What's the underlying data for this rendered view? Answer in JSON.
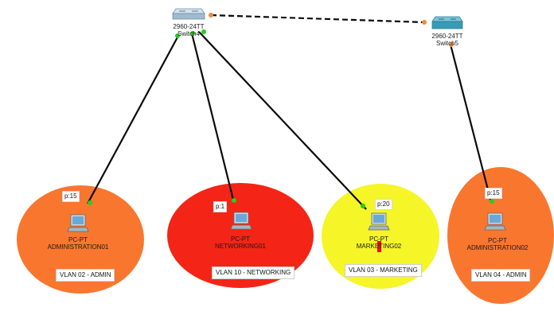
{
  "colors": {
    "admin_zone": "#f9762f",
    "networking_zone": "#f42516",
    "marketing_zone": "#f5f527",
    "link": "#0a0a0a",
    "port_up": "#22d01c",
    "port_down": "#f08a3a",
    "cut_marker": "#e81010"
  },
  "switches": [
    {
      "id": "switch4",
      "model": "2960-24TT",
      "name": "Switch4",
      "icon": "switch-icon"
    },
    {
      "id": "switch5",
      "model": "2960-24TT",
      "name": "Switch5",
      "icon": "switch-icon"
    }
  ],
  "pcs": [
    {
      "id": "admin01",
      "type": "PC-PT",
      "name": "ADMINISTRATION01",
      "port": "p:15",
      "vlan": "VLAN 02 - ADMIN",
      "icon": "pc-icon"
    },
    {
      "id": "net01",
      "type": "PC-PT",
      "name": "NETWORKING01",
      "port": "p:1",
      "vlan": "VLAN 10 - NETWORKING",
      "icon": "pc-icon"
    },
    {
      "id": "mkt02",
      "type": "PC-PT",
      "name": "MARKETING02",
      "port": "p:20",
      "vlan": "VLAN 03 - MARKETING",
      "icon": "pc-icon"
    },
    {
      "id": "admin02",
      "type": "PC-PT",
      "name": "ADMINISTRATION02",
      "port": "p:15",
      "vlan": "VLAN 04 - ADMIN",
      "icon": "pc-icon"
    }
  ]
}
